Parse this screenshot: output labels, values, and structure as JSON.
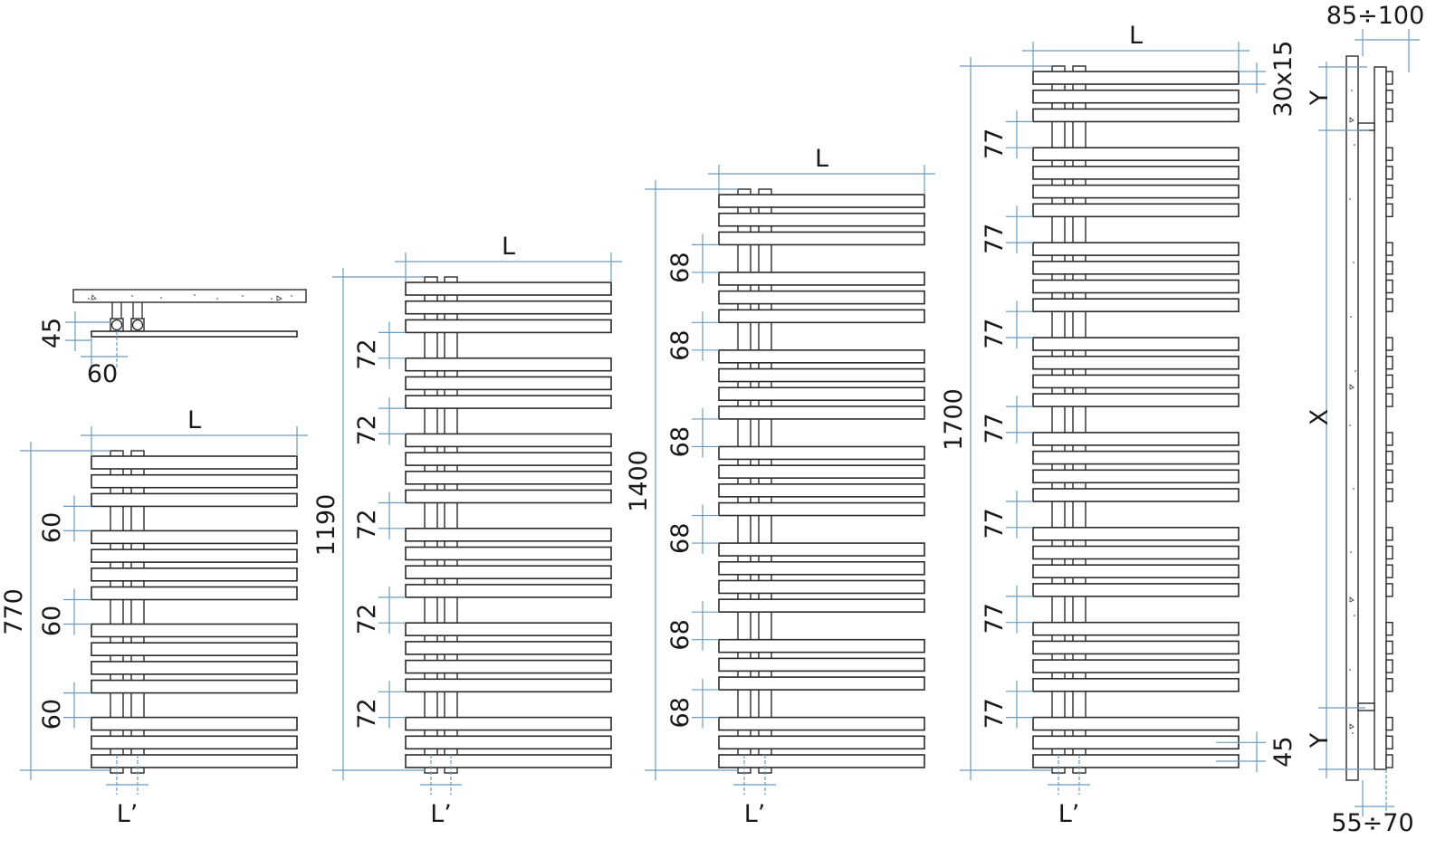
{
  "title": "Towel radiator dimension drawings",
  "colors": {
    "outline": "#2a2a2a",
    "dimension": "#6a9bbf",
    "text": "#1a1a1a"
  },
  "top_detail": {
    "depth_label": "45",
    "offset_label": "60"
  },
  "models": [
    {
      "height": "770",
      "width_label": "L",
      "pipe_label": "L’",
      "gap_label": "60",
      "groups": [
        3,
        4,
        4,
        3
      ]
    },
    {
      "height": "1190",
      "width_label": "L",
      "pipe_label": "L’",
      "gap_label": "72",
      "groups": [
        3,
        3,
        4,
        4,
        4,
        3
      ]
    },
    {
      "height": "1400",
      "width_label": "L",
      "pipe_label": "L’",
      "gap_label": "68",
      "groups": [
        3,
        3,
        4,
        4,
        4,
        3,
        3
      ]
    },
    {
      "height": "1700",
      "width_label": "L",
      "pipe_label": "L’",
      "gap_label": "77",
      "groups": [
        3,
        4,
        4,
        4,
        4,
        4,
        4,
        3
      ],
      "bar_label": "30x15",
      "bottom_label": "45"
    }
  ],
  "side_view": {
    "top_label": "85÷100",
    "bottom_label": "55÷70",
    "y_label": "Y",
    "x_label": "X"
  }
}
